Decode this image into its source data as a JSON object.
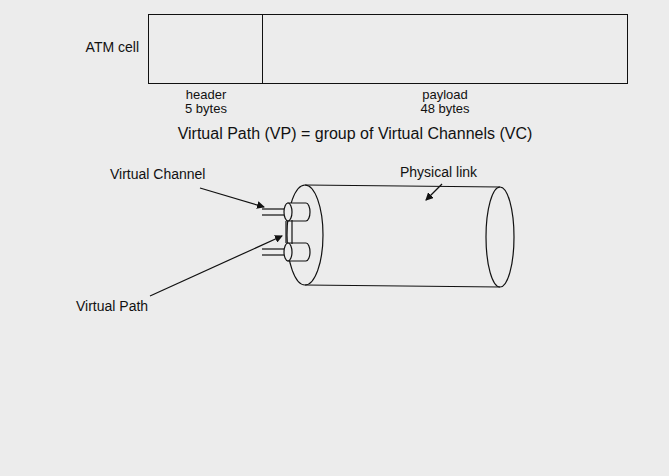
{
  "diagram": {
    "nodes": [
      {
        "text": [
          "ATM cell"
        ]
      },
      {
        "text": [
          "header 5 bytes"
        ],
        "in": 0
      },
      {
        "text": [
          "payload 48 bytes"
        ],
        "in": 0
      }
    ],
    "labels": [
      "Virtual Path (VP) = group of Virtual Channels (VC)",
      "Virtual Channel",
      "Physical link",
      "Virtual Path"
    ]
  }
}
